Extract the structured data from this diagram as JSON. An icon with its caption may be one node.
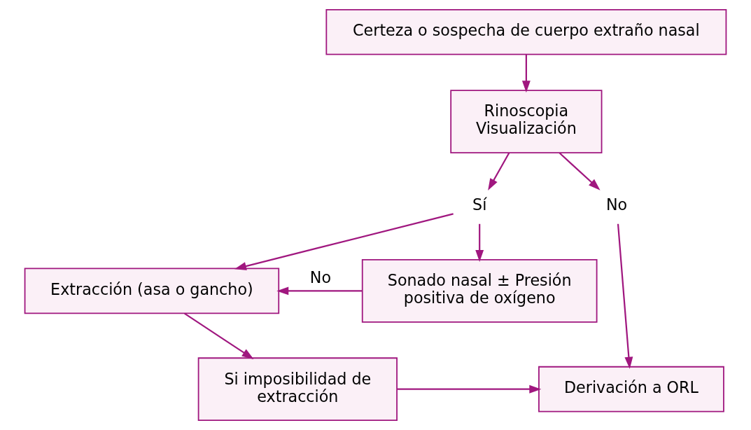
{
  "diagram": {
    "nodes": [
      {
        "text": [
          "Certeza o sospecha de cuerpo extraño nasal"
        ]
      },
      {
        "text": [
          "Rinoscopia",
          "Visualización"
        ]
      },
      {
        "text": [
          "No"
        ]
      },
      {
        "text": [
          "Sí"
        ]
      },
      {
        "text": [
          "Sonado nasal ± Presión positiva de oxígeno"
        ]
      },
      {
        "text": [
          "Extracción (asa o gancho)"
        ]
      },
      {
        "text": [
          "Si imposibilidad de extracción"
        ]
      },
      {
        "text": [
          "Derivación a ORL"
        ]
      }
    ],
    "edges": [
      {
        "from": 0,
        "to": 1,
        "arrow": "to"
      },
      {
        "from": 1,
        "to": 2,
        "arrow": "to"
      },
      {
        "from": 1,
        "to": 3,
        "arrow": "to"
      },
      {
        "from": 3,
        "to": 4,
        "arrow": "to"
      },
      {
        "from": 3,
        "to": 5,
        "arrow": "to"
      },
      {
        "from": 4,
        "to": 5,
        "label": "No",
        "arrow": "to"
      },
      {
        "from": 5,
        "to": 6,
        "arrow": "to"
      },
      {
        "from": 6,
        "to": 7,
        "arrow": "to"
      },
      {
        "from": 2,
        "to": 7,
        "arrow": "to"
      }
    ]
  }
}
